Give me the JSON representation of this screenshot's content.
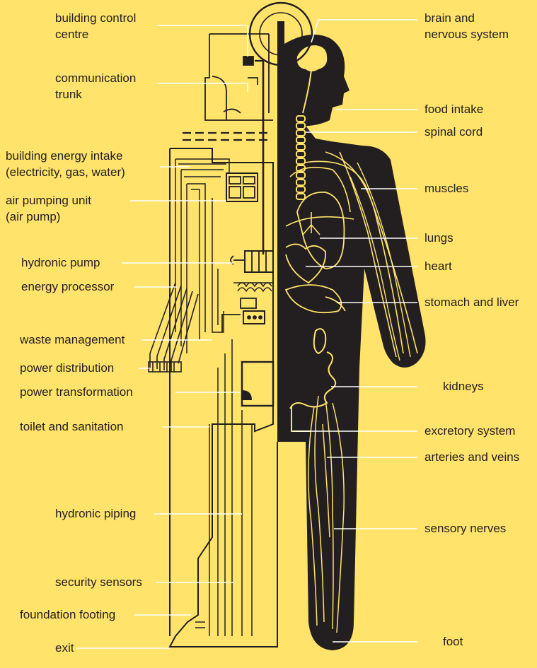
{
  "colors": {
    "background": "#FFE36B",
    "body": "#231F20",
    "line": "#FFFFFF",
    "building": "#231F20",
    "organ": "#FFE36B"
  },
  "left_labels": {
    "building_control_centre": [
      "building control",
      "centre"
    ],
    "communication_trunk": [
      "communication",
      "trunk"
    ],
    "building_energy_intake": [
      "building energy intake",
      "(electricity, gas, water)"
    ],
    "air_pumping_unit": [
      "air pumping unit",
      "(air pump)"
    ],
    "hydronic_pump": "hydronic pump",
    "energy_processor": "energy processor",
    "waste_management": "waste management",
    "power_distribution": "power distribution",
    "power_transformation": "power transformation",
    "toilet_and_sanitation": "toilet and sanitation",
    "hydronic_piping": "hydronic piping",
    "security_sensors": "security sensors",
    "foundation_footing": "foundation footing",
    "exit": "exit"
  },
  "right_labels": {
    "brain_and_nervous_system": [
      "brain and",
      "nervous system"
    ],
    "food_intake": "food intake",
    "spinal_cord": "spinal cord",
    "muscles": "muscles",
    "lungs": "lungs",
    "heart": "heart",
    "stomach_and_liver": "stomach and liver",
    "kidneys": "kidneys",
    "excretory_system": "excretory system",
    "arteries_and_veins": "arteries and veins",
    "sensory_nerves": "sensory nerves",
    "foot": "foot"
  }
}
